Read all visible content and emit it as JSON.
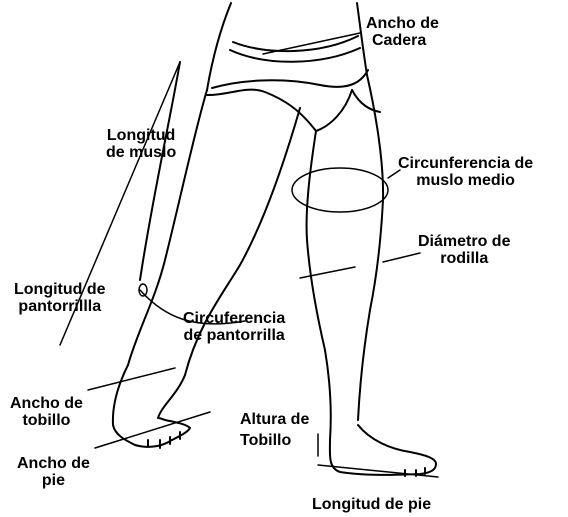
{
  "labels": {
    "hip_width": [
      "Ancho de",
      "Cadera"
    ],
    "thigh_length": [
      "Longitud",
      "de muslo"
    ],
    "mid_thigh_circ": [
      "Circunferencia de",
      "muslo medio"
    ],
    "knee_diameter": [
      "Diámetro de",
      "rodilla"
    ],
    "calf_length": [
      "Longitud de",
      "pantorrillla"
    ],
    "calf_circ": [
      "Circuferencia",
      "de pantorrilla"
    ],
    "ankle_width": [
      "Ancho de",
      "tobillo"
    ],
    "ankle_height": [
      "Altura de",
      "Tobillo"
    ],
    "foot_width": [
      "Ancho de",
      "pie"
    ],
    "foot_length": "Longitud de pie"
  }
}
